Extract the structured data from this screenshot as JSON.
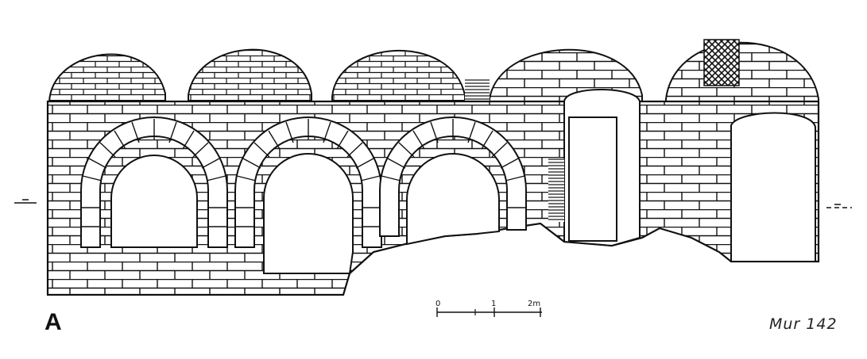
{
  "figure": {
    "label": "A",
    "caption": "Mur 142"
  },
  "scale": {
    "ticks": [
      "0",
      "1",
      "2m"
    ]
  },
  "colors": {
    "ink": "#111111",
    "paper": "#ffffff"
  }
}
